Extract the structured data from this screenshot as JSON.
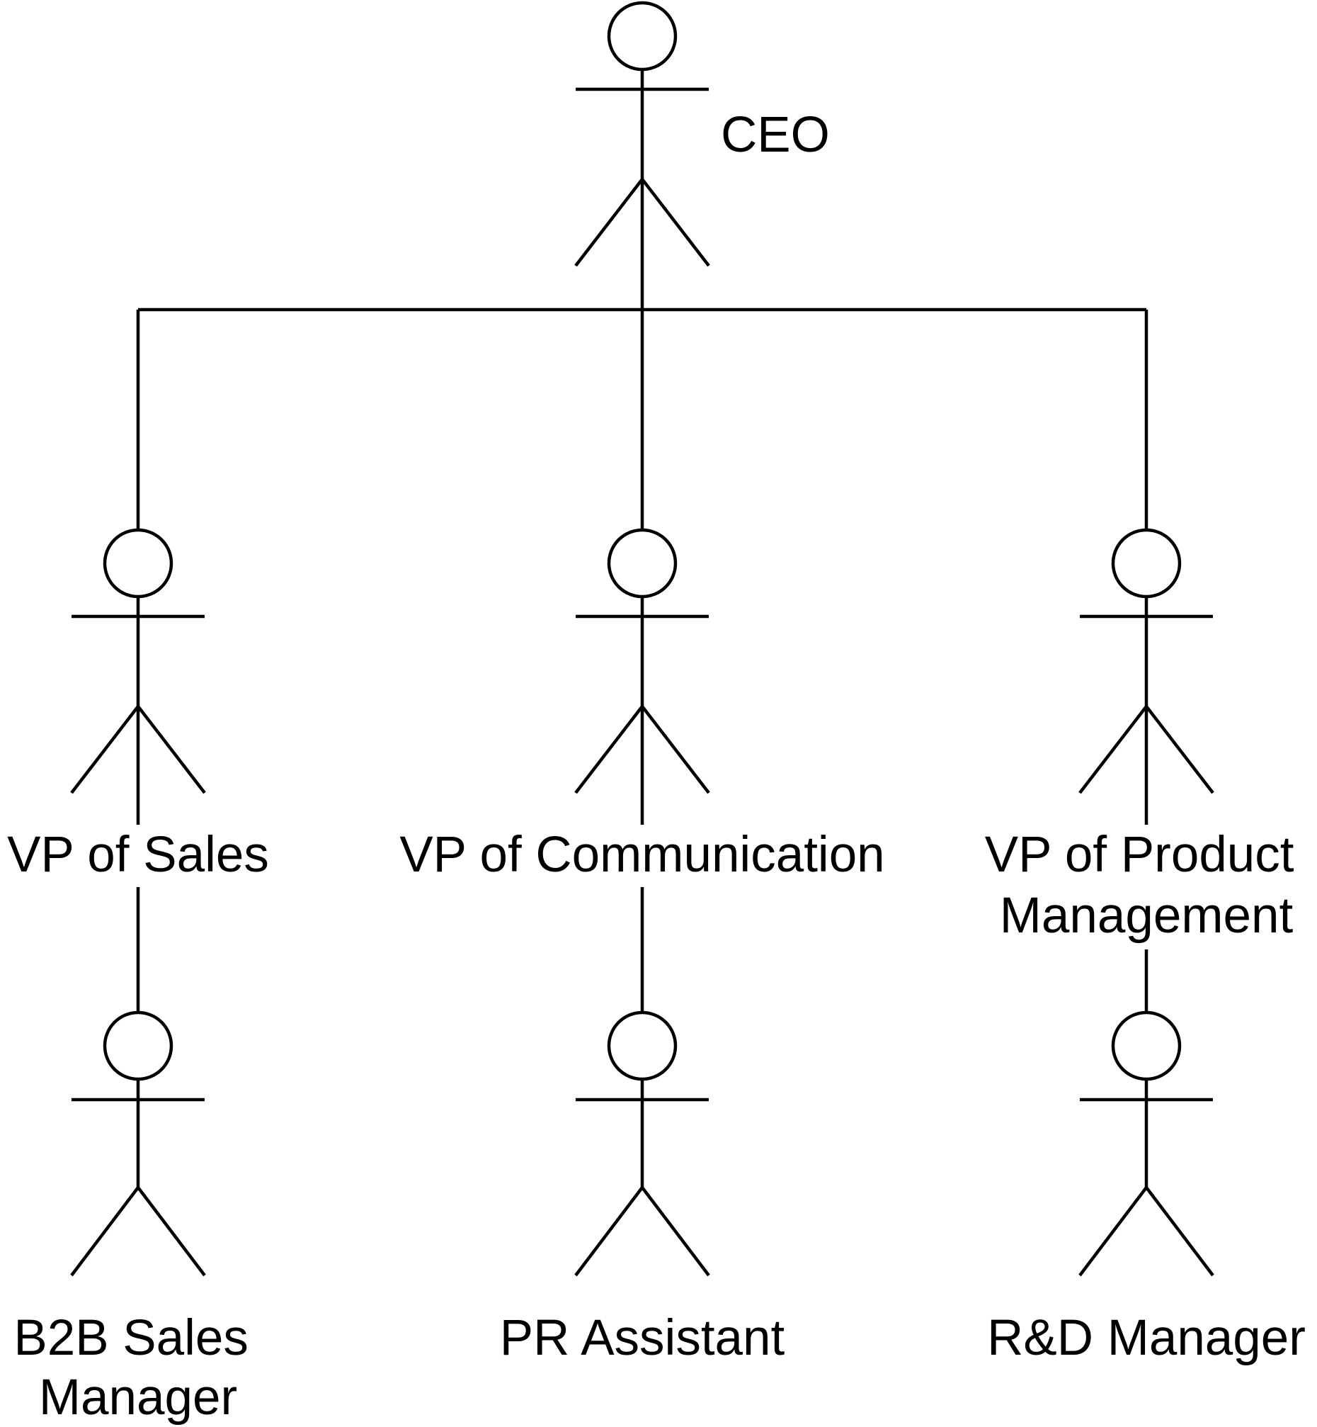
{
  "diagram": {
    "type": "org-chart",
    "line_color": "#000000",
    "background": "#ffffff",
    "actors": {
      "ceo": {
        "label": "CEO",
        "icon": "stick-figure-icon"
      },
      "vp_sales": {
        "label_lines": [
          "VP of Sales"
        ],
        "icon": "stick-figure-icon"
      },
      "vp_comm": {
        "label_lines": [
          "VP of Communication"
        ],
        "icon": "stick-figure-icon"
      },
      "vp_prod": {
        "label_lines": [
          "VP of Product",
          "Management"
        ],
        "icon": "stick-figure-icon"
      },
      "b2b": {
        "label_lines": [
          "B2B Sales",
          "Manager"
        ],
        "icon": "stick-figure-icon"
      },
      "pr": {
        "label_lines": [
          "PR Assistant"
        ],
        "icon": "stick-figure-icon"
      },
      "rd": {
        "label_lines": [
          "R&D Manager"
        ],
        "icon": "stick-figure-icon"
      }
    },
    "edges": [
      {
        "from": "CEO",
        "to": "VP of Sales"
      },
      {
        "from": "CEO",
        "to": "VP of Communication"
      },
      {
        "from": "CEO",
        "to": "VP of Product Management"
      },
      {
        "from": "VP of Sales",
        "to": "B2B Sales Manager"
      },
      {
        "from": "VP of Communication",
        "to": "PR Assistant"
      },
      {
        "from": "VP of Product Management",
        "to": "R&D Manager"
      }
    ]
  }
}
